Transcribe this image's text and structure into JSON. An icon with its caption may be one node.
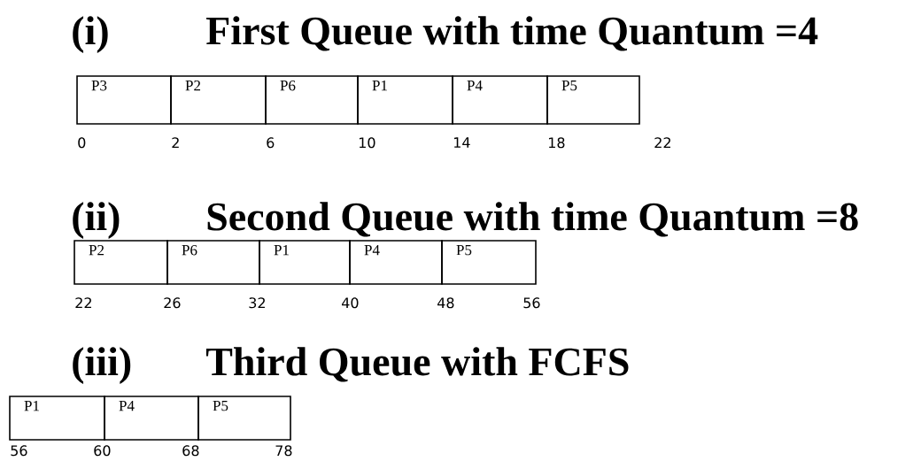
{
  "diagram": {
    "nodes": [
      {
        "text": [
          "P3"
        ]
      },
      {
        "text": [
          "P2"
        ]
      },
      {
        "text": [
          "P6"
        ]
      },
      {
        "text": [
          "P1"
        ]
      },
      {
        "text": [
          "P4"
        ]
      },
      {
        "text": [
          "P5"
        ]
      },
      {
        "text": [
          "P2"
        ]
      },
      {
        "text": [
          "P6"
        ]
      },
      {
        "text": [
          "P1"
        ]
      },
      {
        "text": [
          "P4"
        ]
      },
      {
        "text": [
          "P5"
        ]
      },
      {
        "text": [
          "P1"
        ]
      },
      {
        "text": [
          "P4"
        ]
      },
      {
        "text": [
          "P5"
        ]
      }
    ],
    "labels": [
      "(i)",
      "First Queue with time Quantum =4",
      "0",
      "2",
      "6",
      "10",
      "14",
      "18",
      "22",
      "(ii)",
      "Second Queue with time Quantum =8",
      "22",
      "26",
      "32",
      "40",
      "48",
      "56",
      "(iii)",
      "Third Queue with FCFS",
      "56",
      "60",
      "68",
      "78"
    ]
  }
}
